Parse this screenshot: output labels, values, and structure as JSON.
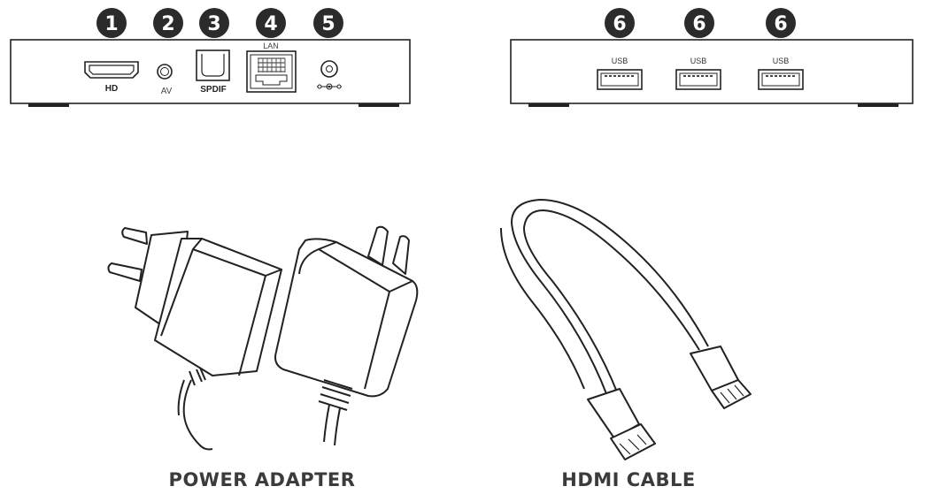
{
  "rear_panel": {
    "badge_color": "#2b2b2b",
    "ports": [
      {
        "number": "1",
        "label": "HD",
        "icon": "hdmi-port-icon"
      },
      {
        "number": "2",
        "label": "AV",
        "icon": "av-jack-icon"
      },
      {
        "number": "3",
        "label": "SPDIF",
        "icon": "spdif-port-icon"
      },
      {
        "number": "4",
        "label": "LAN",
        "icon": "lan-port-icon"
      },
      {
        "number": "5",
        "label": "",
        "icon": "dc-power-jack-icon"
      }
    ]
  },
  "side_panel": {
    "ports": [
      {
        "number": "6",
        "label": "USB",
        "icon": "usb-port-icon"
      },
      {
        "number": "6",
        "label": "USB",
        "icon": "usb-port-icon"
      },
      {
        "number": "6",
        "label": "USB",
        "icon": "usb-port-icon"
      }
    ]
  },
  "accessories": {
    "power_adapter": {
      "caption": "POWER ADAPTER",
      "icon": "power-adapter-icon"
    },
    "hdmi_cable": {
      "caption": "HDMI CABLE",
      "icon": "hdmi-cable-icon"
    }
  }
}
